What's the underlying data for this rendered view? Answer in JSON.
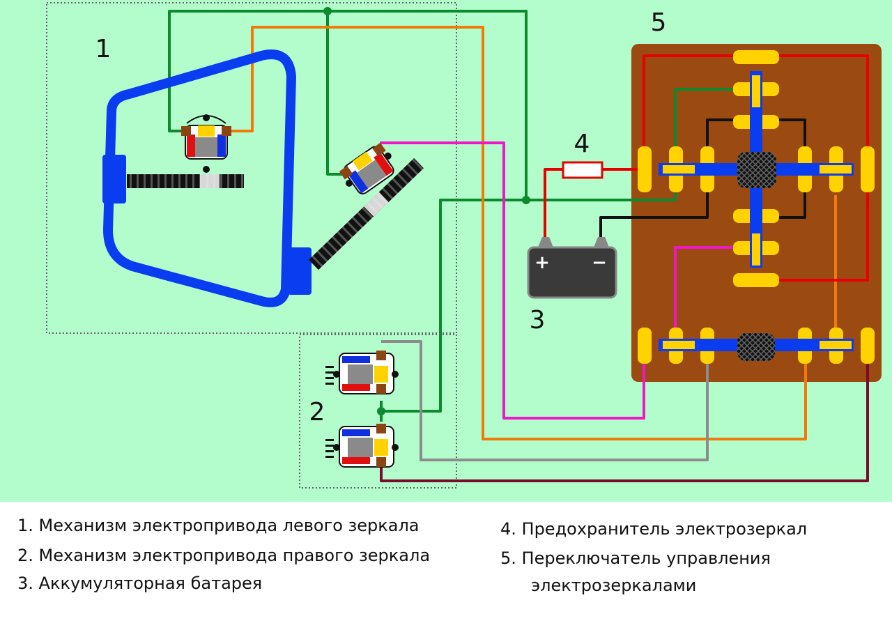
{
  "colors": {
    "background": "#b3fccc",
    "mirror_frame": "#0a3cf0",
    "switch_body": "#9b4a12",
    "contact": "#ffd200",
    "wire_red": "#e80000",
    "wire_green": "#0c8a2e",
    "wire_orange": "#f07a0a",
    "wire_magenta": "#ef17c8",
    "wire_black": "#111111",
    "wire_gray": "#8c8c8c",
    "wire_maroon": "#7a0a2e"
  },
  "labels": {
    "n1": "1",
    "n2": "2",
    "n3": "3",
    "n4": "4",
    "n5": "5",
    "battery_plus": "+",
    "battery_minus": "−"
  },
  "legend": {
    "item1": "1. Механизм электропривода левого зеркала",
    "item2": "2. Механизм электропривода правого зеркала",
    "item3": "3. Аккумуляторная батарея",
    "item4": "4. Предохранитель электрозеркал",
    "item5_line1": "5. Переключатель управления",
    "item5_line2": "электрозеркалами"
  },
  "icons": {
    "left_mirror": "mirror-frame-icon",
    "motor": "electric-motor-icon",
    "battery": "battery-icon",
    "fuse": "fuse-icon",
    "switch": "joystick-switch-icon"
  }
}
